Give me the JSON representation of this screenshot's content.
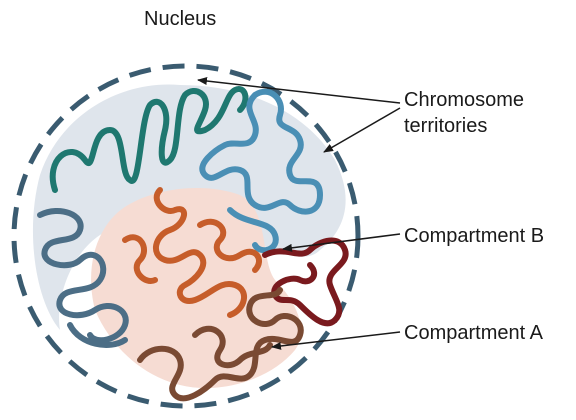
{
  "title": "Nucleus",
  "labels": {
    "territories_line1": "Chromosome",
    "territories_line2": "territories",
    "compartment_b": "Compartment B",
    "compartment_a": "Compartment A"
  },
  "colors": {
    "nucleus_border": "#3a5b70",
    "territory_shade": "#dfe5ec",
    "compartment_a_shade": "#f6dcd3",
    "chromosome_teal": "#1f7870",
    "chromosome_blue": "#4a8fb5",
    "chromosome_slate": "#4c6e86",
    "chromosome_orange": "#c65d2a",
    "chromosome_darkred": "#7a1a1e",
    "chromosome_brown": "#7a4a33",
    "arrow": "#1a1a1a"
  }
}
